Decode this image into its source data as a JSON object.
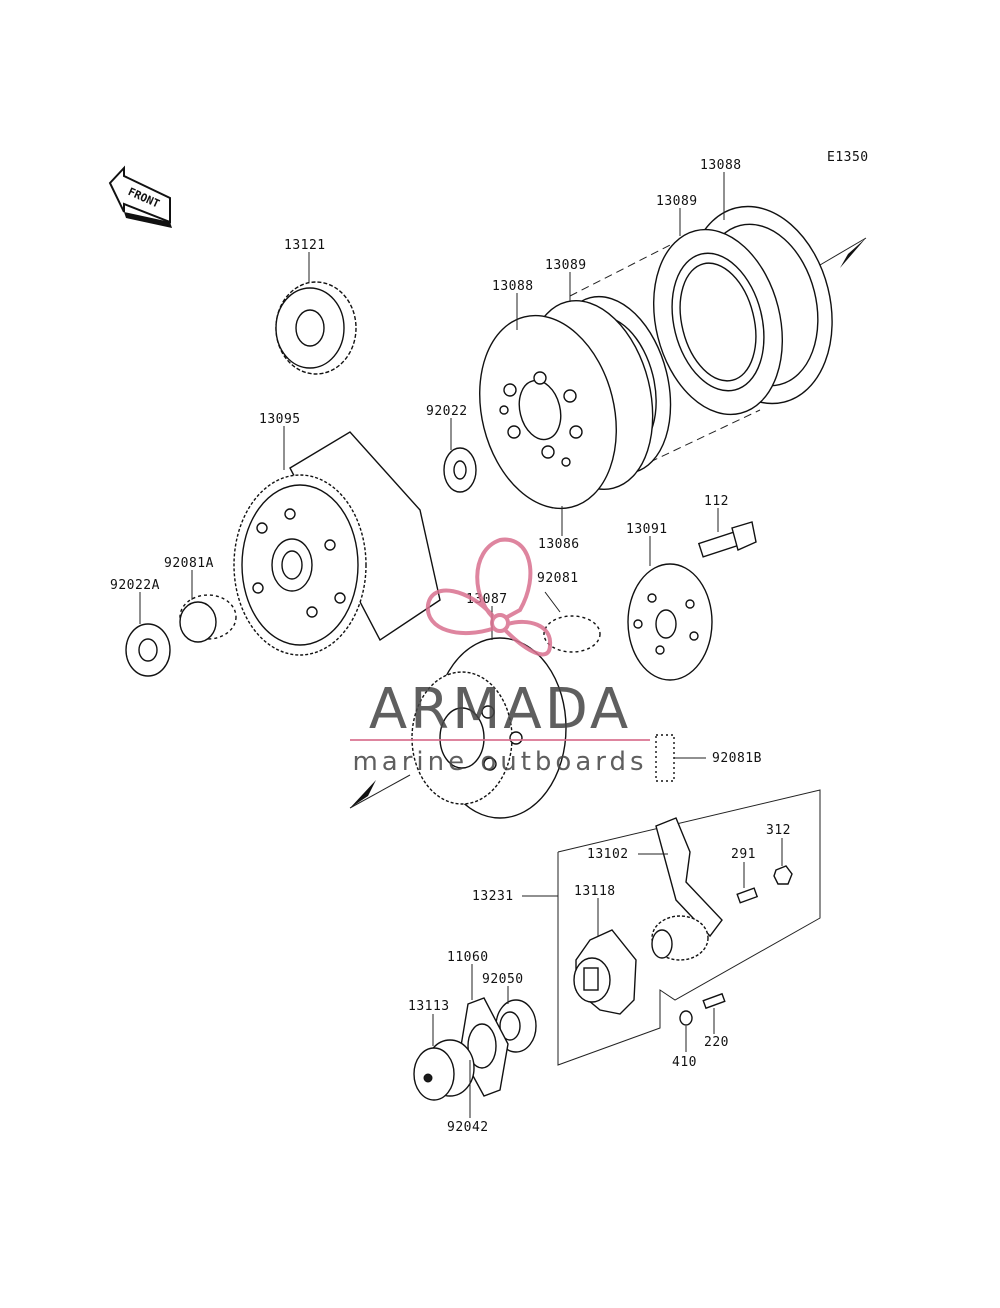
{
  "diagram_code": "E1350",
  "front_arrow_label": "FRONT",
  "parts": {
    "p13088_top": "13088",
    "p13089_top": "13089",
    "p13089_mid": "13089",
    "p13088_mid": "13088",
    "p13121": "13121",
    "p13095": "13095",
    "p92022": "92022",
    "p13086": "13086",
    "p112": "112",
    "p13091": "13091",
    "p92081A": "92081A",
    "p92022A": "92022A",
    "p92081": "92081",
    "p13087": "13087",
    "p92081B": "92081B",
    "p312": "312",
    "p13102": "13102",
    "p291": "291",
    "p13231": "13231",
    "p13118": "13118",
    "p11060": "11060",
    "p92050": "92050",
    "p13113": "13113",
    "p220": "220",
    "p410": "410",
    "p92042": "92042"
  },
  "watermark": {
    "brand": "ARMADA",
    "tagline": "marine outboards",
    "logo_color": "#d9708f",
    "text_color": "#444444"
  }
}
